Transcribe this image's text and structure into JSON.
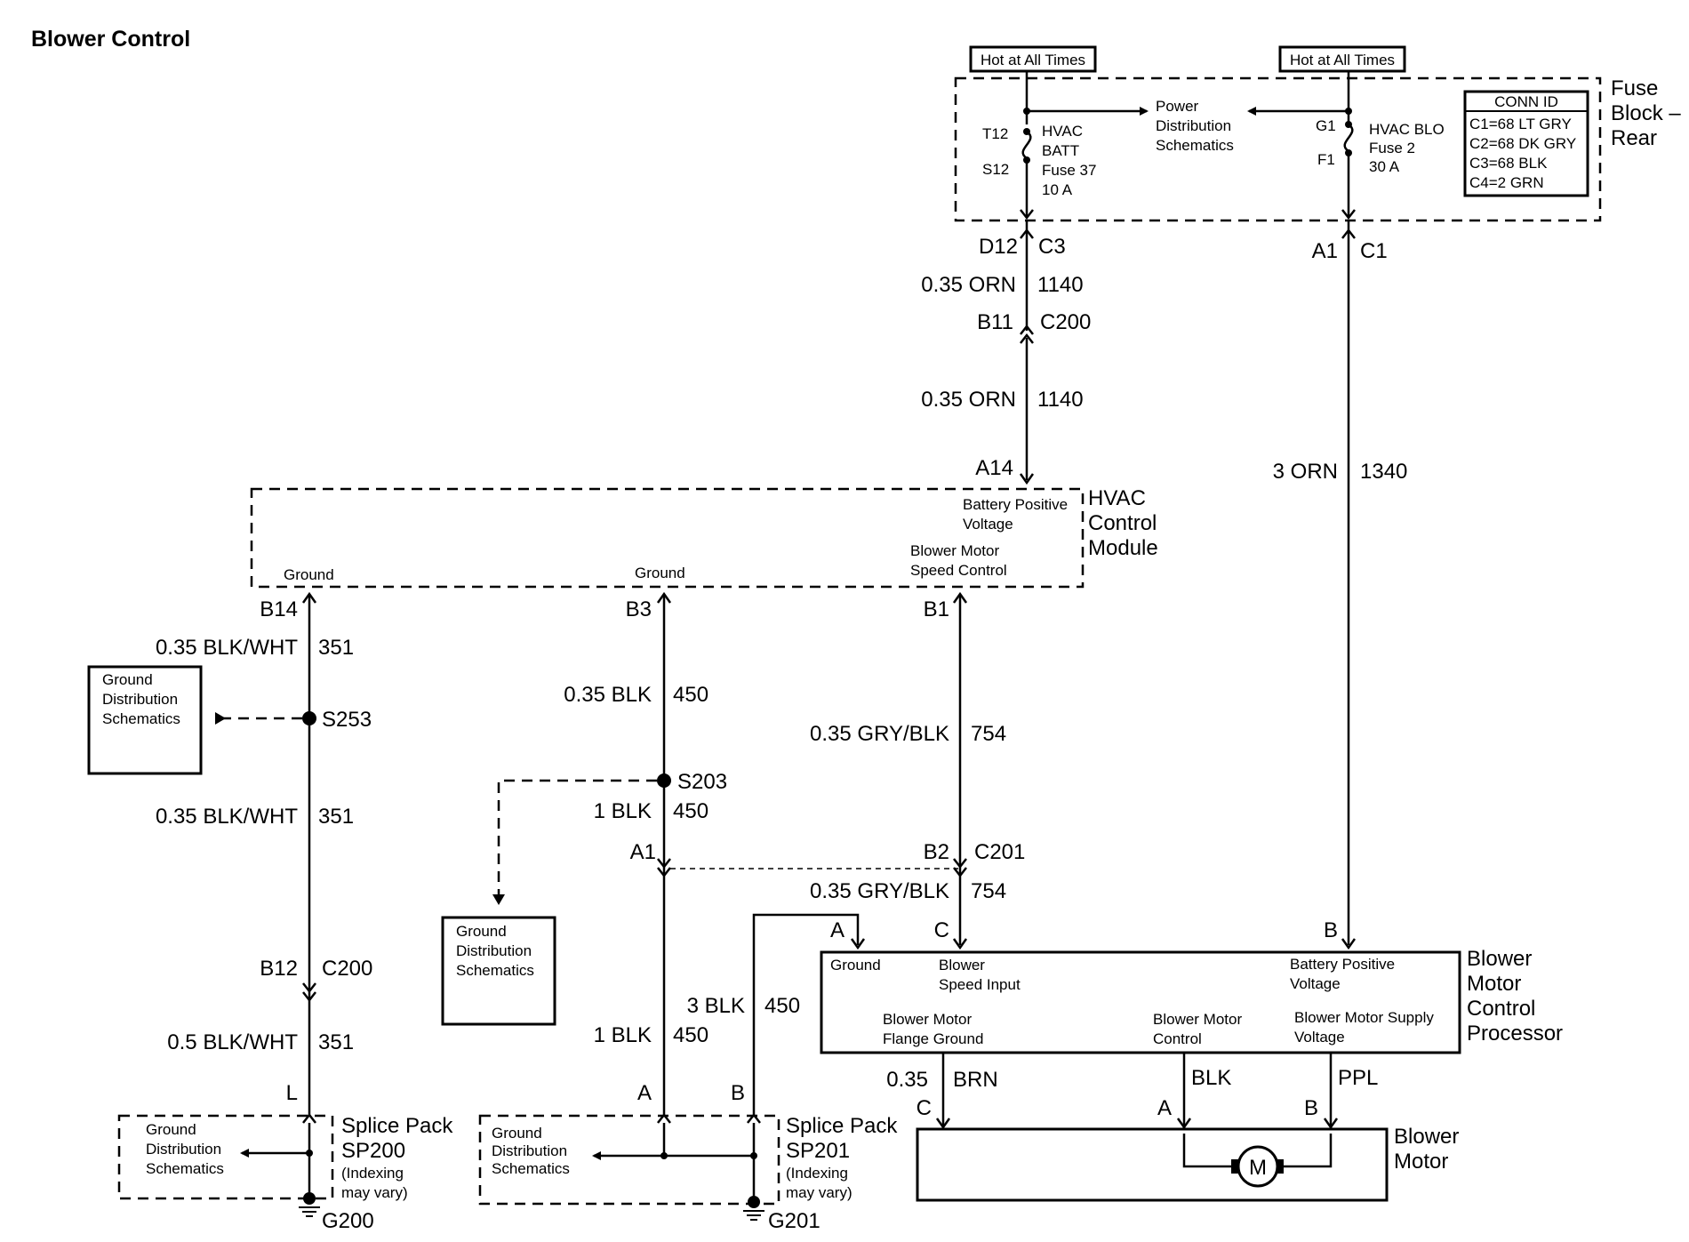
{
  "title": "Blower Control",
  "fuse_block": {
    "hot1": "Hot at All Times",
    "hot2": "Hot at All Times",
    "name_l1": "Fuse",
    "name_l2": "Block –",
    "name_l3": "Rear",
    "pds_l1": "Power",
    "pds_l2": "Distribution",
    "pds_l3": "Schematics",
    "fuse37": {
      "pin_in": "T12",
      "pin_out": "S12",
      "l1": "HVAC",
      "l2": "BATT",
      "l3": "Fuse 37",
      "l4": "10 A"
    },
    "fuse2": {
      "pin_in": "G1",
      "pin_out": "F1",
      "l1": "HVAC BLO",
      "l2": "Fuse 2",
      "l3": "30 A"
    },
    "conn_title": "CONN ID",
    "conn": [
      "C1=68 LT GRY",
      "C2=68 DK GRY",
      "C3=68 BLK",
      "C4=2 GRN"
    ]
  },
  "conn_labels": {
    "d12": "D12",
    "c3": "C3",
    "a1_top": "A1",
    "c1": "C1",
    "b11": "B11",
    "c200_top": "C200",
    "a14": "A14",
    "b14": "B14",
    "b3": "B3",
    "b1": "B1",
    "a1_mid": "A1",
    "b2": "B2",
    "c201": "C201",
    "b12": "B12",
    "c200_bot": "C200",
    "l": "L",
    "a_sp201": "A",
    "b_sp201": "B",
    "a_proc": "A",
    "c_proc": "C",
    "b_proc": "B",
    "c_motor": "C",
    "a_motor": "A",
    "b_motor": "B"
  },
  "wires": {
    "orn1_size": "0.35 ORN",
    "orn1_circ": "1140",
    "orn2_size": "0.35 ORN",
    "orn2_circ": "1140",
    "orn3_size": "3 ORN",
    "orn3_circ": "1340",
    "bw1_size": "0.35 BLK/WHT",
    "bw1_circ": "351",
    "bw2_size": "0.35 BLK/WHT",
    "bw2_circ": "351",
    "bw3_size": "0.5 BLK/WHT",
    "bw3_circ": "351",
    "blk1_size": "0.35 BLK",
    "blk1_circ": "450",
    "blk2_size": "1 BLK",
    "blk2_circ": "450",
    "blk3_size": "1 BLK",
    "blk3_circ": "450",
    "blk4_size": "3 BLK",
    "blk4_circ": "450",
    "gb1_size": "0.35 GRY/BLK",
    "gb1_circ": "754",
    "gb2_size": "0.35 GRY/BLK",
    "gb2_circ": "754",
    "brn_size": "0.35",
    "brn_color": "BRN",
    "blk_motor": "BLK",
    "ppl": "PPL"
  },
  "hvac_module": {
    "name_l1": "HVAC",
    "name_l2": "Control",
    "name_l3": "Module",
    "batt_l1": "Battery Positive",
    "batt_l2": "Voltage",
    "speed_l1": "Blower Motor",
    "speed_l2": "Speed Control",
    "ground1": "Ground",
    "ground2": "Ground"
  },
  "splices": {
    "s253": "S253",
    "s203": "S203"
  },
  "ground_dist": {
    "l1": "Ground",
    "l2": "Distribution",
    "l3": "Schematics"
  },
  "processor": {
    "name_l1": "Blower",
    "name_l2": "Motor",
    "name_l3": "Control",
    "name_l4": "Processor",
    "ground": "Ground",
    "speed_l1": "Blower",
    "speed_l2": "Speed Input",
    "batt_l1": "Battery Positive",
    "batt_l2": "Voltage",
    "flange_l1": "Blower Motor",
    "flange_l2": "Flange Ground",
    "ctrl_l1": "Blower Motor",
    "ctrl_l2": "Control",
    "supply_l1": "Blower Motor Supply",
    "supply_l2": "Voltage"
  },
  "motor": {
    "name_l1": "Blower",
    "name_l2": "Motor",
    "symbol": "M"
  },
  "sp200": {
    "l1": "Splice Pack",
    "l2": "SP200",
    "l3": "(Indexing",
    "l4": "may vary)",
    "ground": "G200"
  },
  "sp201": {
    "l1": "Splice Pack",
    "l2": "SP201",
    "l3": "(Indexing",
    "l4": "may vary)",
    "ground": "G201"
  }
}
